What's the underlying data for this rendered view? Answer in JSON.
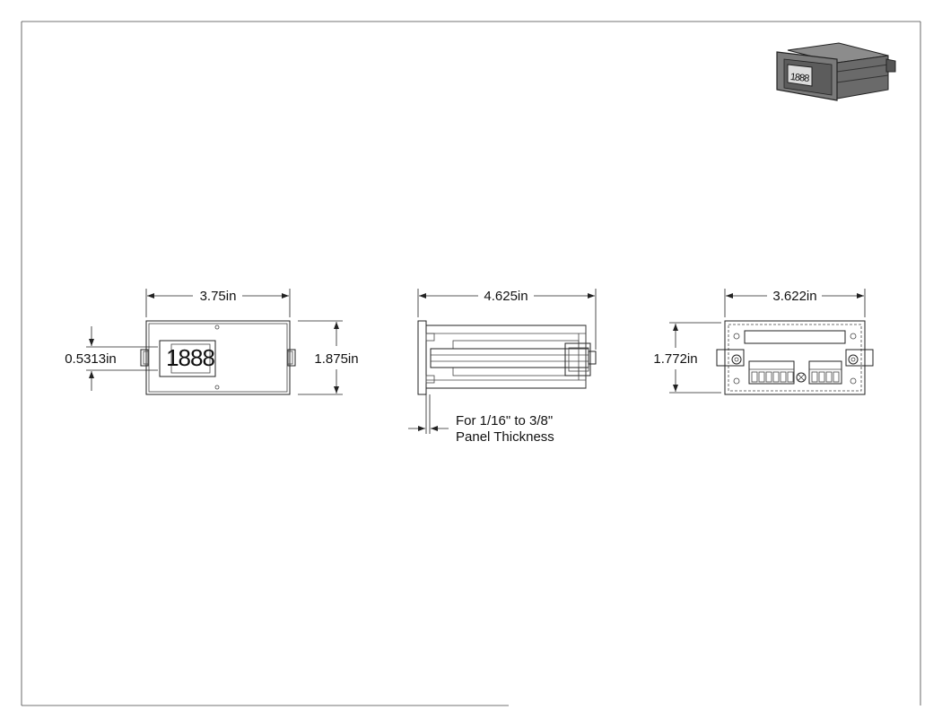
{
  "drawing": {
    "front_view": {
      "width_label": "3.75in",
      "height_label": "1.875in",
      "display_height_label": "0.5313in",
      "display_digits": "1888"
    },
    "side_view": {
      "depth_label": "4.625in",
      "note_line1": "For 1/16\" to 3/8\"",
      "note_line2": "Panel Thickness"
    },
    "rear_view": {
      "width_label": "3.622in",
      "height_label": "1.772in"
    },
    "iso_view": {
      "display_digits": "1888"
    }
  }
}
